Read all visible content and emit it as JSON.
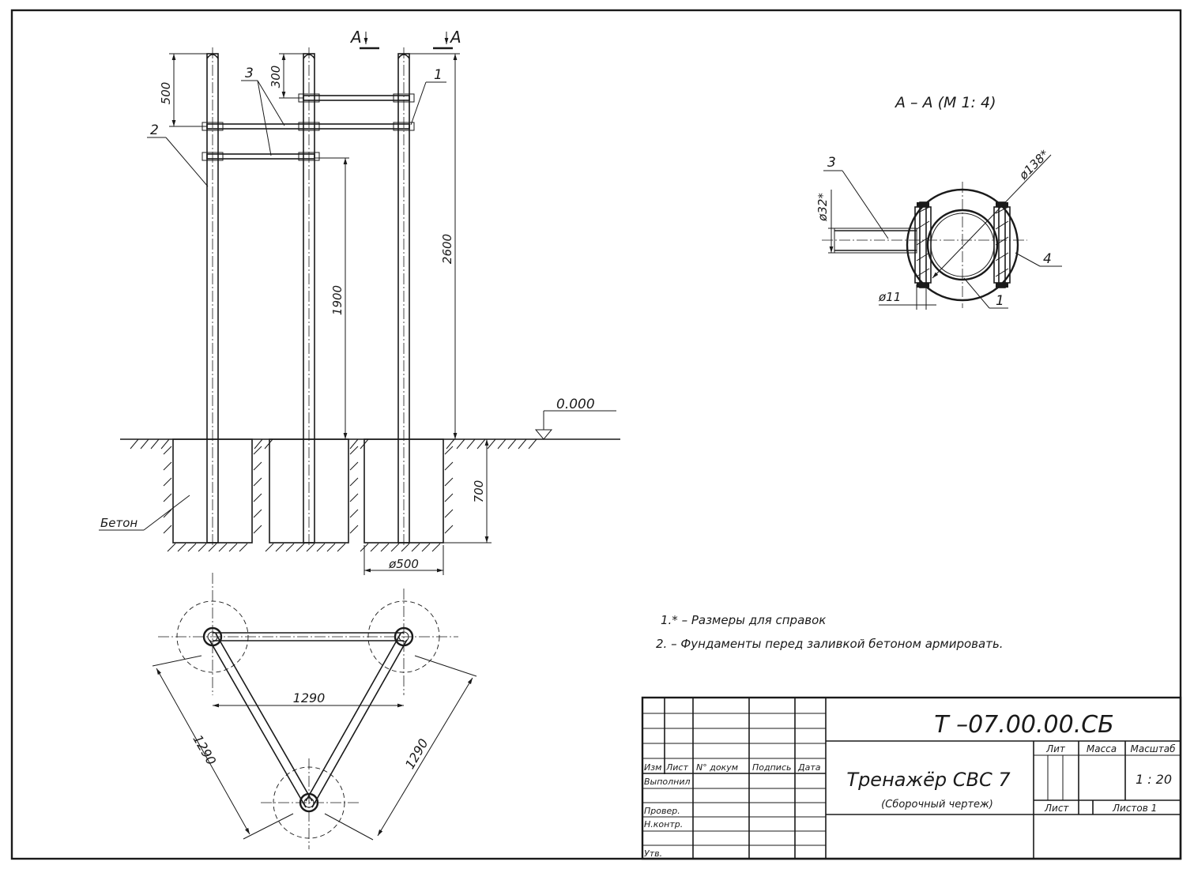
{
  "section": {
    "marker_letter": "A",
    "title": "А – А (М 1: 4)",
    "dim_tube": "ø32*",
    "dim_pipe": "ø138*",
    "dim_bolt": "ø11",
    "callouts": [
      "3",
      "1",
      "4"
    ]
  },
  "elevation": {
    "callouts": [
      "1",
      "2",
      "3"
    ],
    "dim_500": "500",
    "dim_300": "300",
    "dim_1900": "1900",
    "dim_2600": "2600",
    "dim_700": "700",
    "dim_diam500": "ø500",
    "level_mark": "0.000",
    "concrete_label": "Бетон"
  },
  "plan": {
    "dim_top": "1290",
    "dim_left": "1290",
    "dim_right": "1290"
  },
  "notes": [
    "1.* – Размеры для справок",
    "2. – Фундаменты перед заливкой бетоном армировать."
  ],
  "title_block": {
    "doc_code": "Т –07.00.00.СБ",
    "product_name": "Тренажёр СВС 7",
    "doc_type": "(Сборочный чертеж)",
    "col_izm": "Изм",
    "col_list": "Лист",
    "col_ndokum": "N° докум",
    "col_podpis": "Подпись",
    "col_data": "Дата",
    "row_vypolnil": "Выполнил",
    "row_prover": "Провер.",
    "row_nkontr": "Н.контр.",
    "row_utv": "Утв.",
    "hdr_lit": "Лит",
    "hdr_massa": "Масса",
    "hdr_masshtab": "Масштаб",
    "scale": "1 : 20",
    "list_label": "Лист",
    "listov_label": "Листов  1"
  }
}
